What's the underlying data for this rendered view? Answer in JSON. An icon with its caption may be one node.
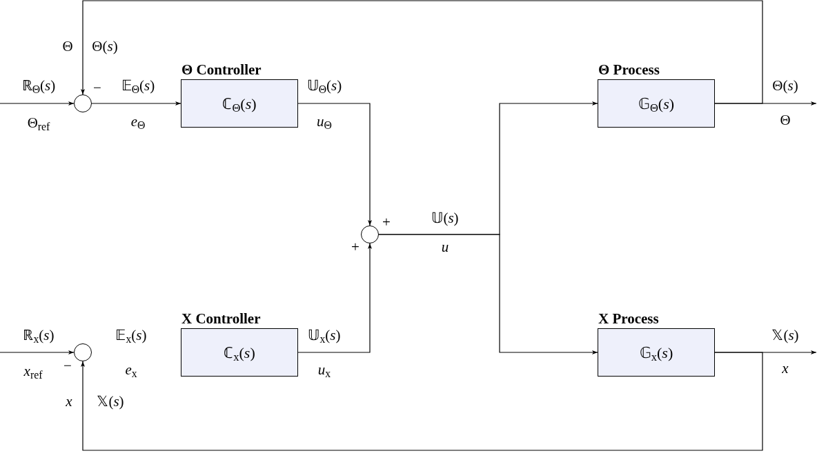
{
  "diagram": {
    "nodes": [
      {
        "text": [],
        "shape": "circle"
      },
      {
        "text": [
          "**Θ** Controller",
          "ℂ$_{Θ}$(*s*)"
        ]
      },
      {
        "text": [],
        "shape": "circle"
      },
      {
        "text": [
          "**Θ** Process",
          "𝔾$_{Θ}$(*s*)"
        ]
      },
      {
        "text": [],
        "shape": "circle"
      },
      {
        "text": [
          "X Controller",
          "ℂ$_{x}$(*s*)"
        ]
      },
      {
        "text": [
          "X Process",
          "𝔾$_{x}$(*s*)"
        ]
      }
    ],
    "edges": [
      {
        "from": null,
        "to": 0,
        "arrow": "to"
      },
      {
        "from": 3,
        "to": 0,
        "arrow": "to"
      },
      {
        "from": 3,
        "to": null,
        "arrow": "to"
      },
      {
        "from": 0,
        "to": 1,
        "arrow": "to"
      },
      {
        "from": 1,
        "to": 2,
        "arrow": "to"
      },
      {
        "from": 5,
        "to": 2,
        "arrow": "to"
      },
      {
        "from": 2,
        "to": 3,
        "arrow": "to"
      },
      {
        "from": 2,
        "to": 6,
        "arrow": "to"
      },
      {
        "from": null,
        "to": 4,
        "arrow": "to"
      },
      {
        "from": 6,
        "to": null,
        "arrow": "to"
      },
      {
        "from": 6,
        "to": 4,
        "arrow": "to"
      }
    ],
    "labels": [
      "Θ",
      "Θ(*s*)",
      "ℝ$_{Θ}$(*s*)",
      "−",
      "𝔼$_{Θ}$(*s*)",
      "𝕌$_{Θ}$(*s*)",
      "Θ(*s*)",
      "Θ$_{ref}$",
      "*e*$_{Θ}$",
      "*u*$_{Θ}$",
      "Θ",
      "+",
      "𝕌(*s*)",
      "+",
      "*u*",
      "ℝ$_{x}$(*s*)",
      "𝔼$_{x}$(*s*)",
      "𝕌$_{x}$(*s*)",
      "𝕏(*s*)",
      "*x*$_{ref}$",
      "−",
      "*e*$_{x}$",
      "*u*$_{x}$",
      "*x*",
      "*x*",
      "𝕏(*s*)"
    ]
  }
}
